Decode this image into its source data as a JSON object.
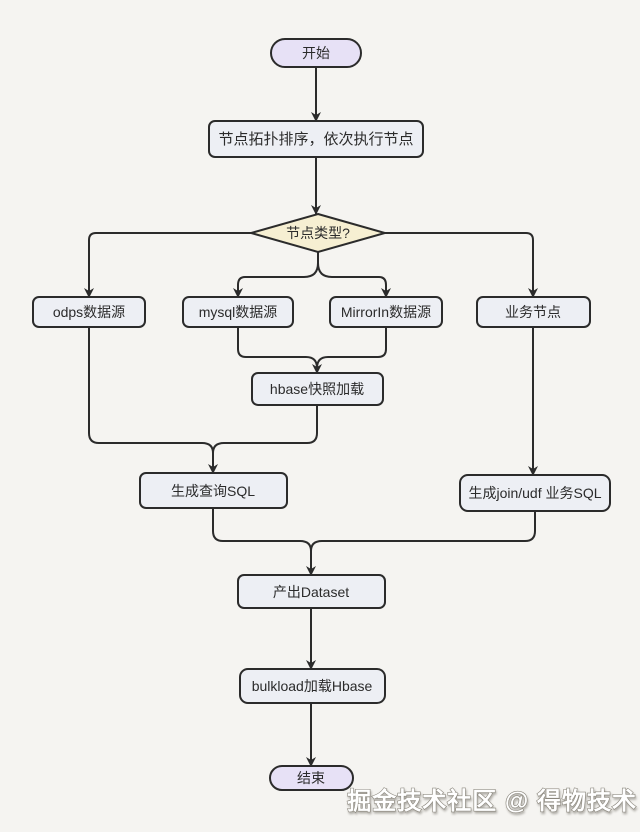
{
  "page": {
    "background": "#f5f4f1"
  },
  "flowchart": {
    "colors": {
      "stroke": "#2b2b2b",
      "text": "#2b2b2b",
      "terminal_fill": "#e7e1f6",
      "decision_fill": "#f6efd2",
      "process_fill": "#edeff4"
    },
    "nodes": {
      "start": {
        "label": "开始"
      },
      "topo_sort": {
        "label": "节点拓扑排序，依次执行节点"
      },
      "node_type": {
        "label": "节点类型?"
      },
      "odps": {
        "label": "odps数据源"
      },
      "mysql": {
        "label": "mysql数据源"
      },
      "mirrorin": {
        "label": "MirrorIn数据源"
      },
      "business": {
        "label": "业务节点"
      },
      "hbase_snapshot": {
        "label": "hbase快照加载"
      },
      "query_sql": {
        "label": "生成查询SQL"
      },
      "join_udf_sql": {
        "label": "生成join/udf 业务SQL"
      },
      "dataset": {
        "label": "产出Dataset"
      },
      "bulkload": {
        "label": "bulkload加载Hbase"
      },
      "end": {
        "label": "结束"
      }
    }
  },
  "watermark": {
    "text": "掘金技术社区 @ 得物技术",
    "fill": "#ffffff",
    "outline": "#8a867c"
  }
}
